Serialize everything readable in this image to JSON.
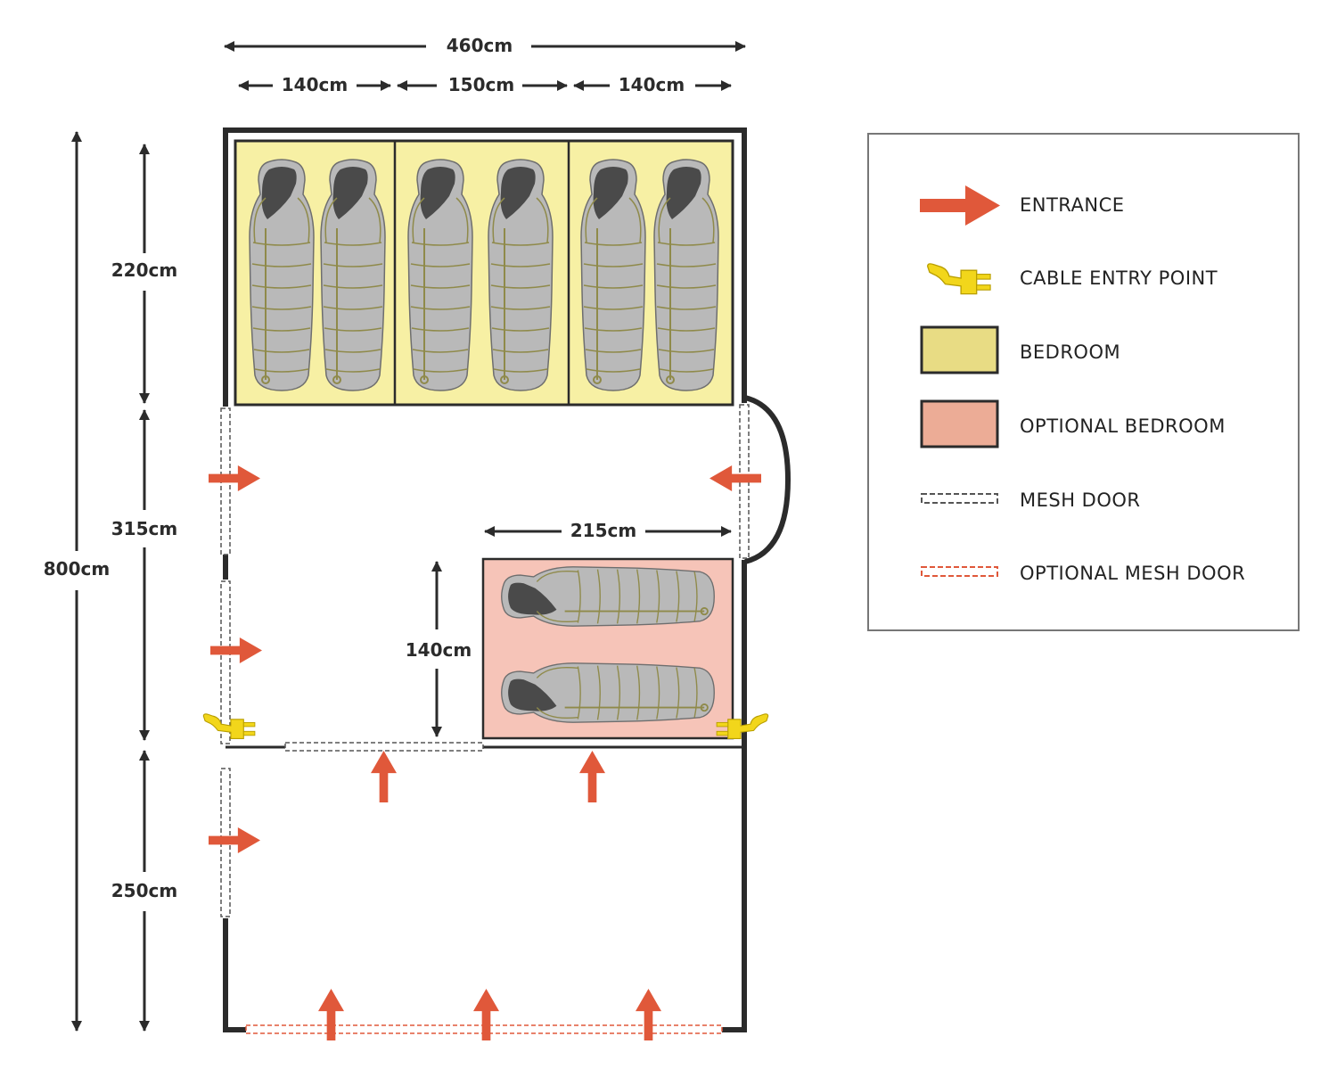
{
  "colors": {
    "wall": "#2b2b2b",
    "entrance": "#e0583a",
    "cable": "#f2d61b",
    "bedroom": "#f7f0a4",
    "optional_bedroom": "#f6c4b8",
    "legend_bedroom": "#e8dc84",
    "legend_optional_bedroom": "#ecac96",
    "mesh": "#555555",
    "optional_mesh": "#e0583a"
  },
  "dimensions": {
    "total_width": "460cm",
    "width_left": "140cm",
    "width_mid": "150cm",
    "width_right": "140cm",
    "total_depth": "800cm",
    "depth_bedroom": "220cm",
    "depth_living": "315cm",
    "depth_porch": "250cm",
    "optional_width": "215cm",
    "optional_depth": "140cm"
  },
  "legend": {
    "entrance": "ENTRANCE",
    "cable": "CABLE ENTRY POINT",
    "bedroom": "BEDROOM",
    "optional_bedroom": "OPTIONAL BEDROOM",
    "mesh_door": "MESH DOOR",
    "optional_mesh_door": "OPTIONAL MESH DOOR"
  },
  "icons": {
    "entrance": "arrow-icon",
    "cable": "plug-icon",
    "sleeping_bag": "sleeping-bag-icon"
  }
}
